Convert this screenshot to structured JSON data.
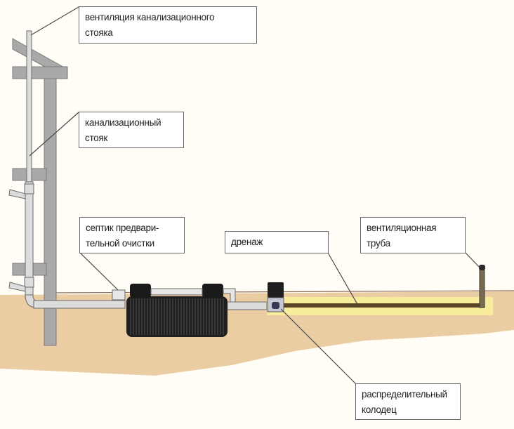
{
  "diagram": {
    "title": "Схема септика с дренажем",
    "colors": {
      "background": "#fffdf6",
      "ground": "#ebcda3",
      "wall": "#a9a9a9",
      "pipe": "#d9d9d9",
      "tank": "#1e1e1e",
      "drain_bed": "#f7eb9c",
      "drain_pipe": "#5a4626"
    },
    "labels": {
      "riser_vent": {
        "line1": "вентиляция канализационного",
        "line2": "стояка"
      },
      "riser": {
        "line1": "канализационный",
        "line2": "стояк"
      },
      "septic": {
        "line1": "септик предвари-",
        "line2": "тельной очистки"
      },
      "drainage": {
        "line1": "дренаж"
      },
      "vent_pipe": {
        "line1": "вентиляционная",
        "line2": "труба"
      },
      "distribution_well": {
        "line1": "распределительный",
        "line2": "колодец"
      }
    }
  }
}
